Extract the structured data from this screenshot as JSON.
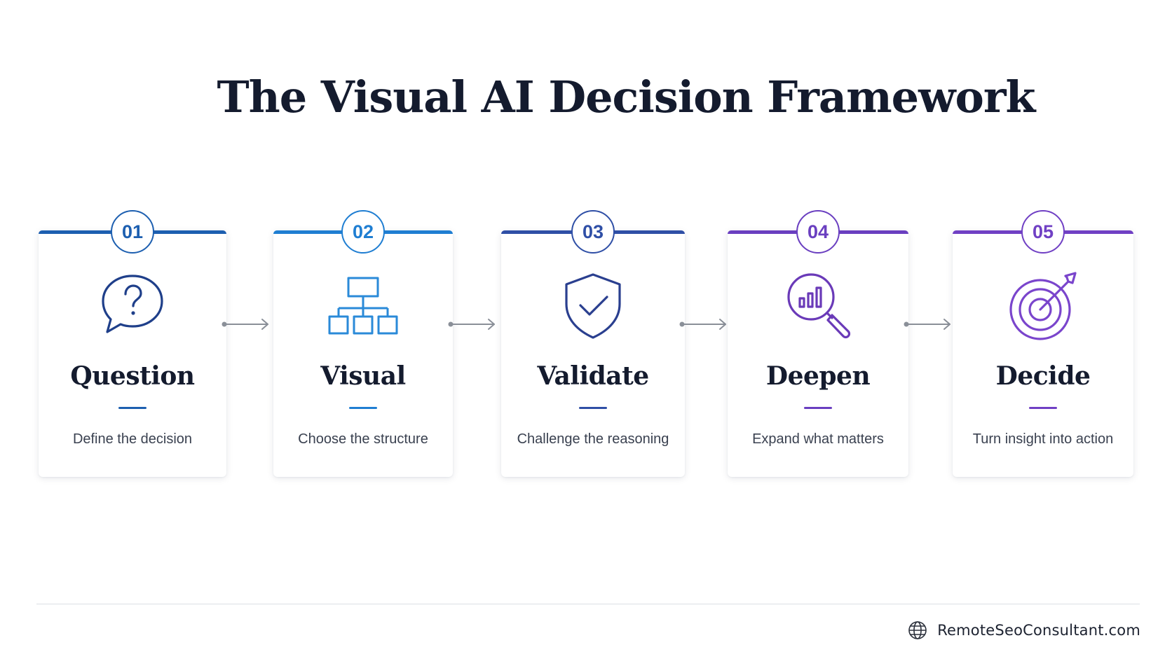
{
  "title": "The Visual AI Decision Framework",
  "steps": [
    {
      "number": "01",
      "title": "Question",
      "description": "Define the decision",
      "icon": "question-bubble-icon",
      "color": "#1d5fb0"
    },
    {
      "number": "02",
      "title": "Visual",
      "description": "Choose the structure",
      "icon": "hierarchy-icon",
      "color": "#1f7ed2"
    },
    {
      "number": "03",
      "title": "Validate",
      "description": "Challenge the reasoning",
      "icon": "shield-check-icon",
      "color": "#2f4fa6"
    },
    {
      "number": "04",
      "title": "Deepen",
      "description": "Expand what matters",
      "icon": "magnifier-chart-icon",
      "color": "#6a3fc0"
    },
    {
      "number": "05",
      "title": "Decide",
      "description": "Turn insight into action",
      "icon": "target-arrow-icon",
      "color": "#7040c4"
    }
  ],
  "footer": {
    "icon": "globe-icon",
    "text": "RemoteSeoConsultant.com"
  },
  "colors": {
    "arrow": "#8a8f98",
    "title": "#141b2e",
    "divider": "#dcdfe4"
  }
}
